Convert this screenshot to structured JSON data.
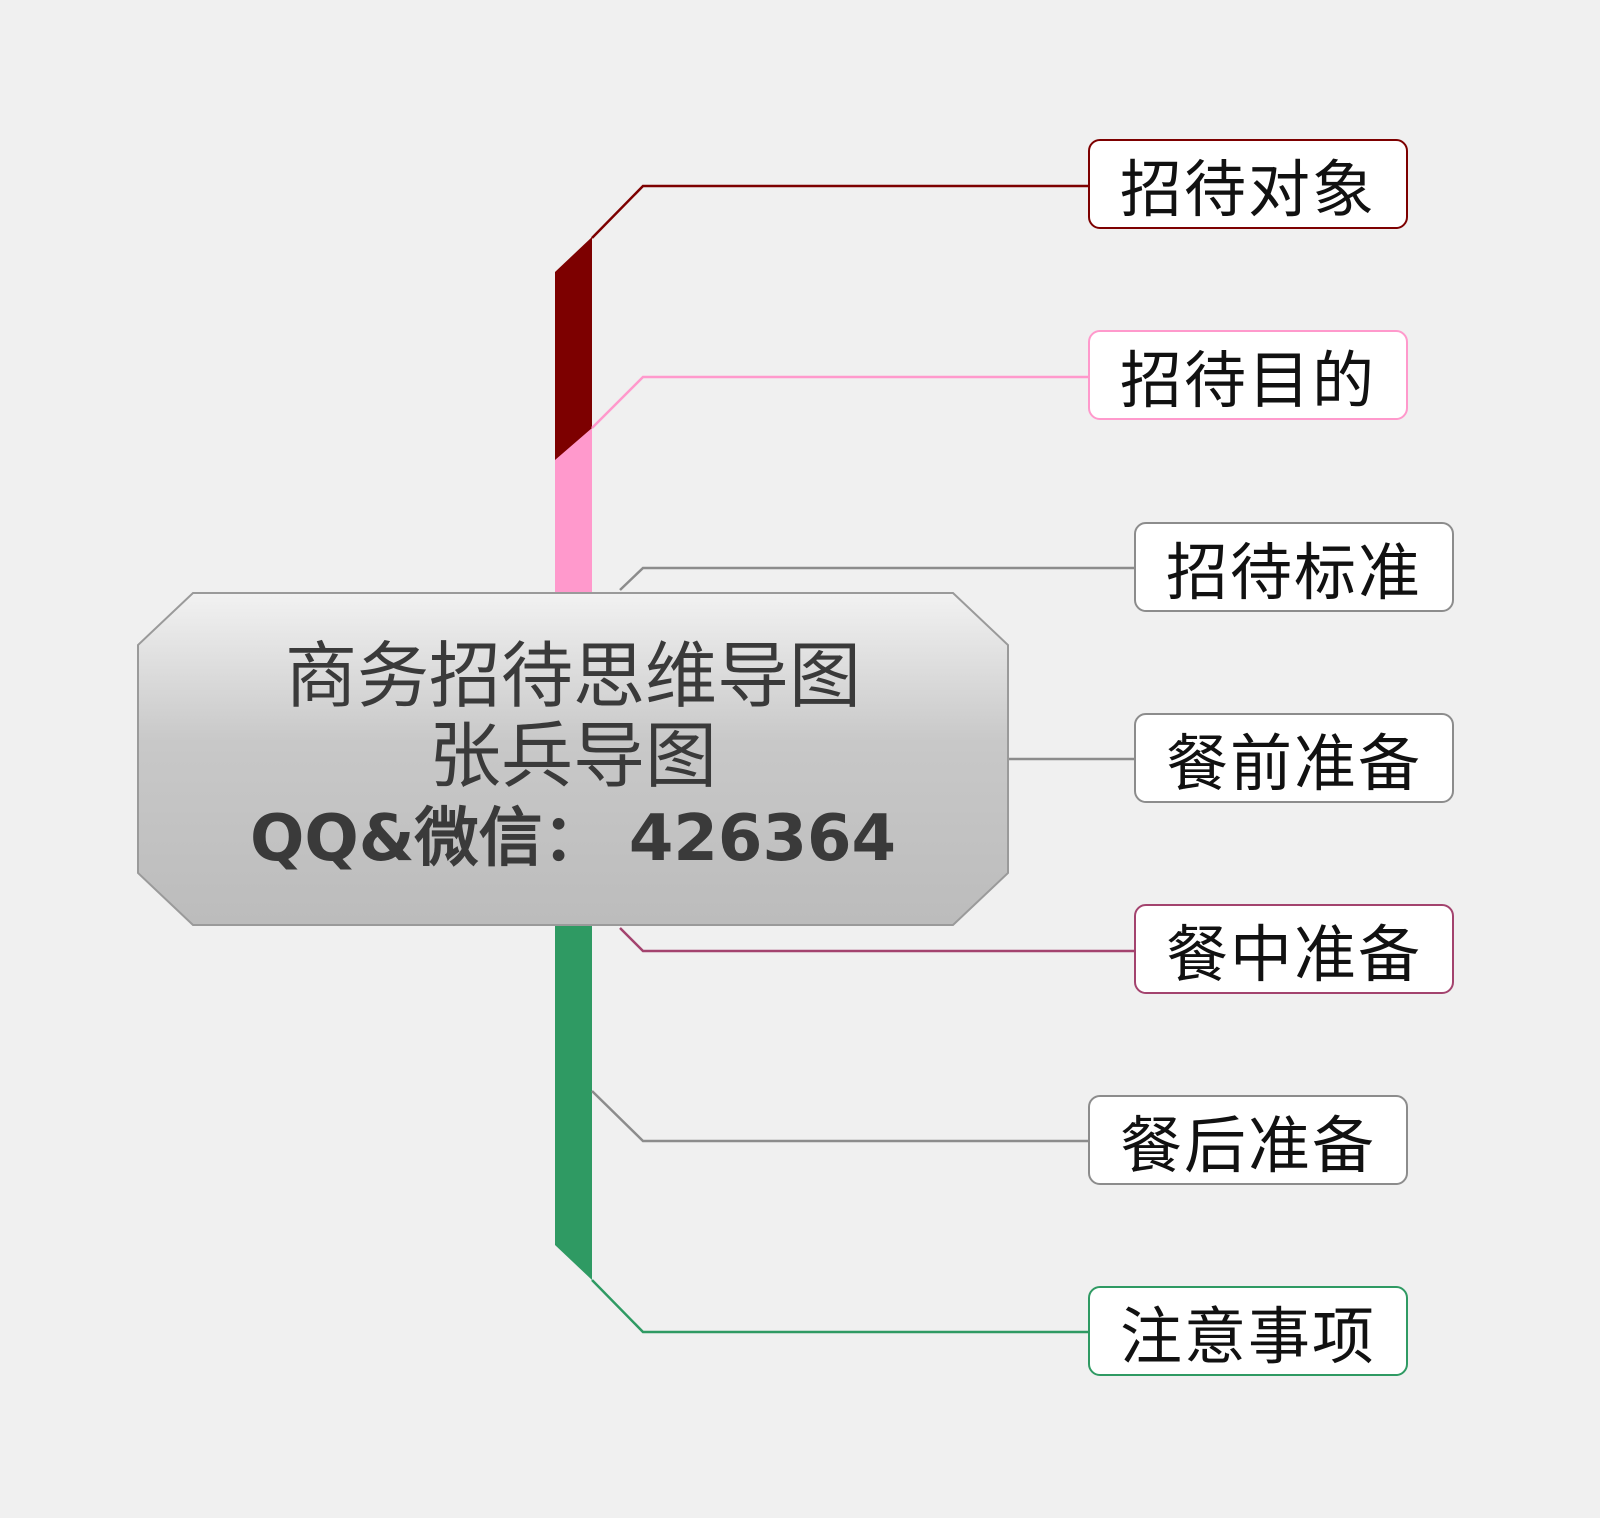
{
  "central_topic": {
    "title": "商务招待思维导图",
    "author": "张兵导图",
    "contact": "QQ&微信： 426364"
  },
  "branches": [
    {
      "label": "招待对象",
      "color": "#7d0000"
    },
    {
      "label": "招待目的",
      "color": "#ff99cc"
    },
    {
      "label": "招待标准",
      "color": "#8c8c8c"
    },
    {
      "label": "餐前准备",
      "color": "#8c8c8c"
    },
    {
      "label": "餐中准备",
      "color": "#a3436e"
    },
    {
      "label": "餐后准备",
      "color": "#8c8c8c"
    },
    {
      "label": "注意事项",
      "color": "#2f9a63"
    }
  ],
  "colors": {
    "background": "#f0f0f0",
    "trunk_top": "#7d0000",
    "trunk_pink": "#ff99cc",
    "trunk_green": "#2f9a63",
    "central_fill_top": "#f2f2f2",
    "central_fill_bottom": "#b9b9b9"
  }
}
